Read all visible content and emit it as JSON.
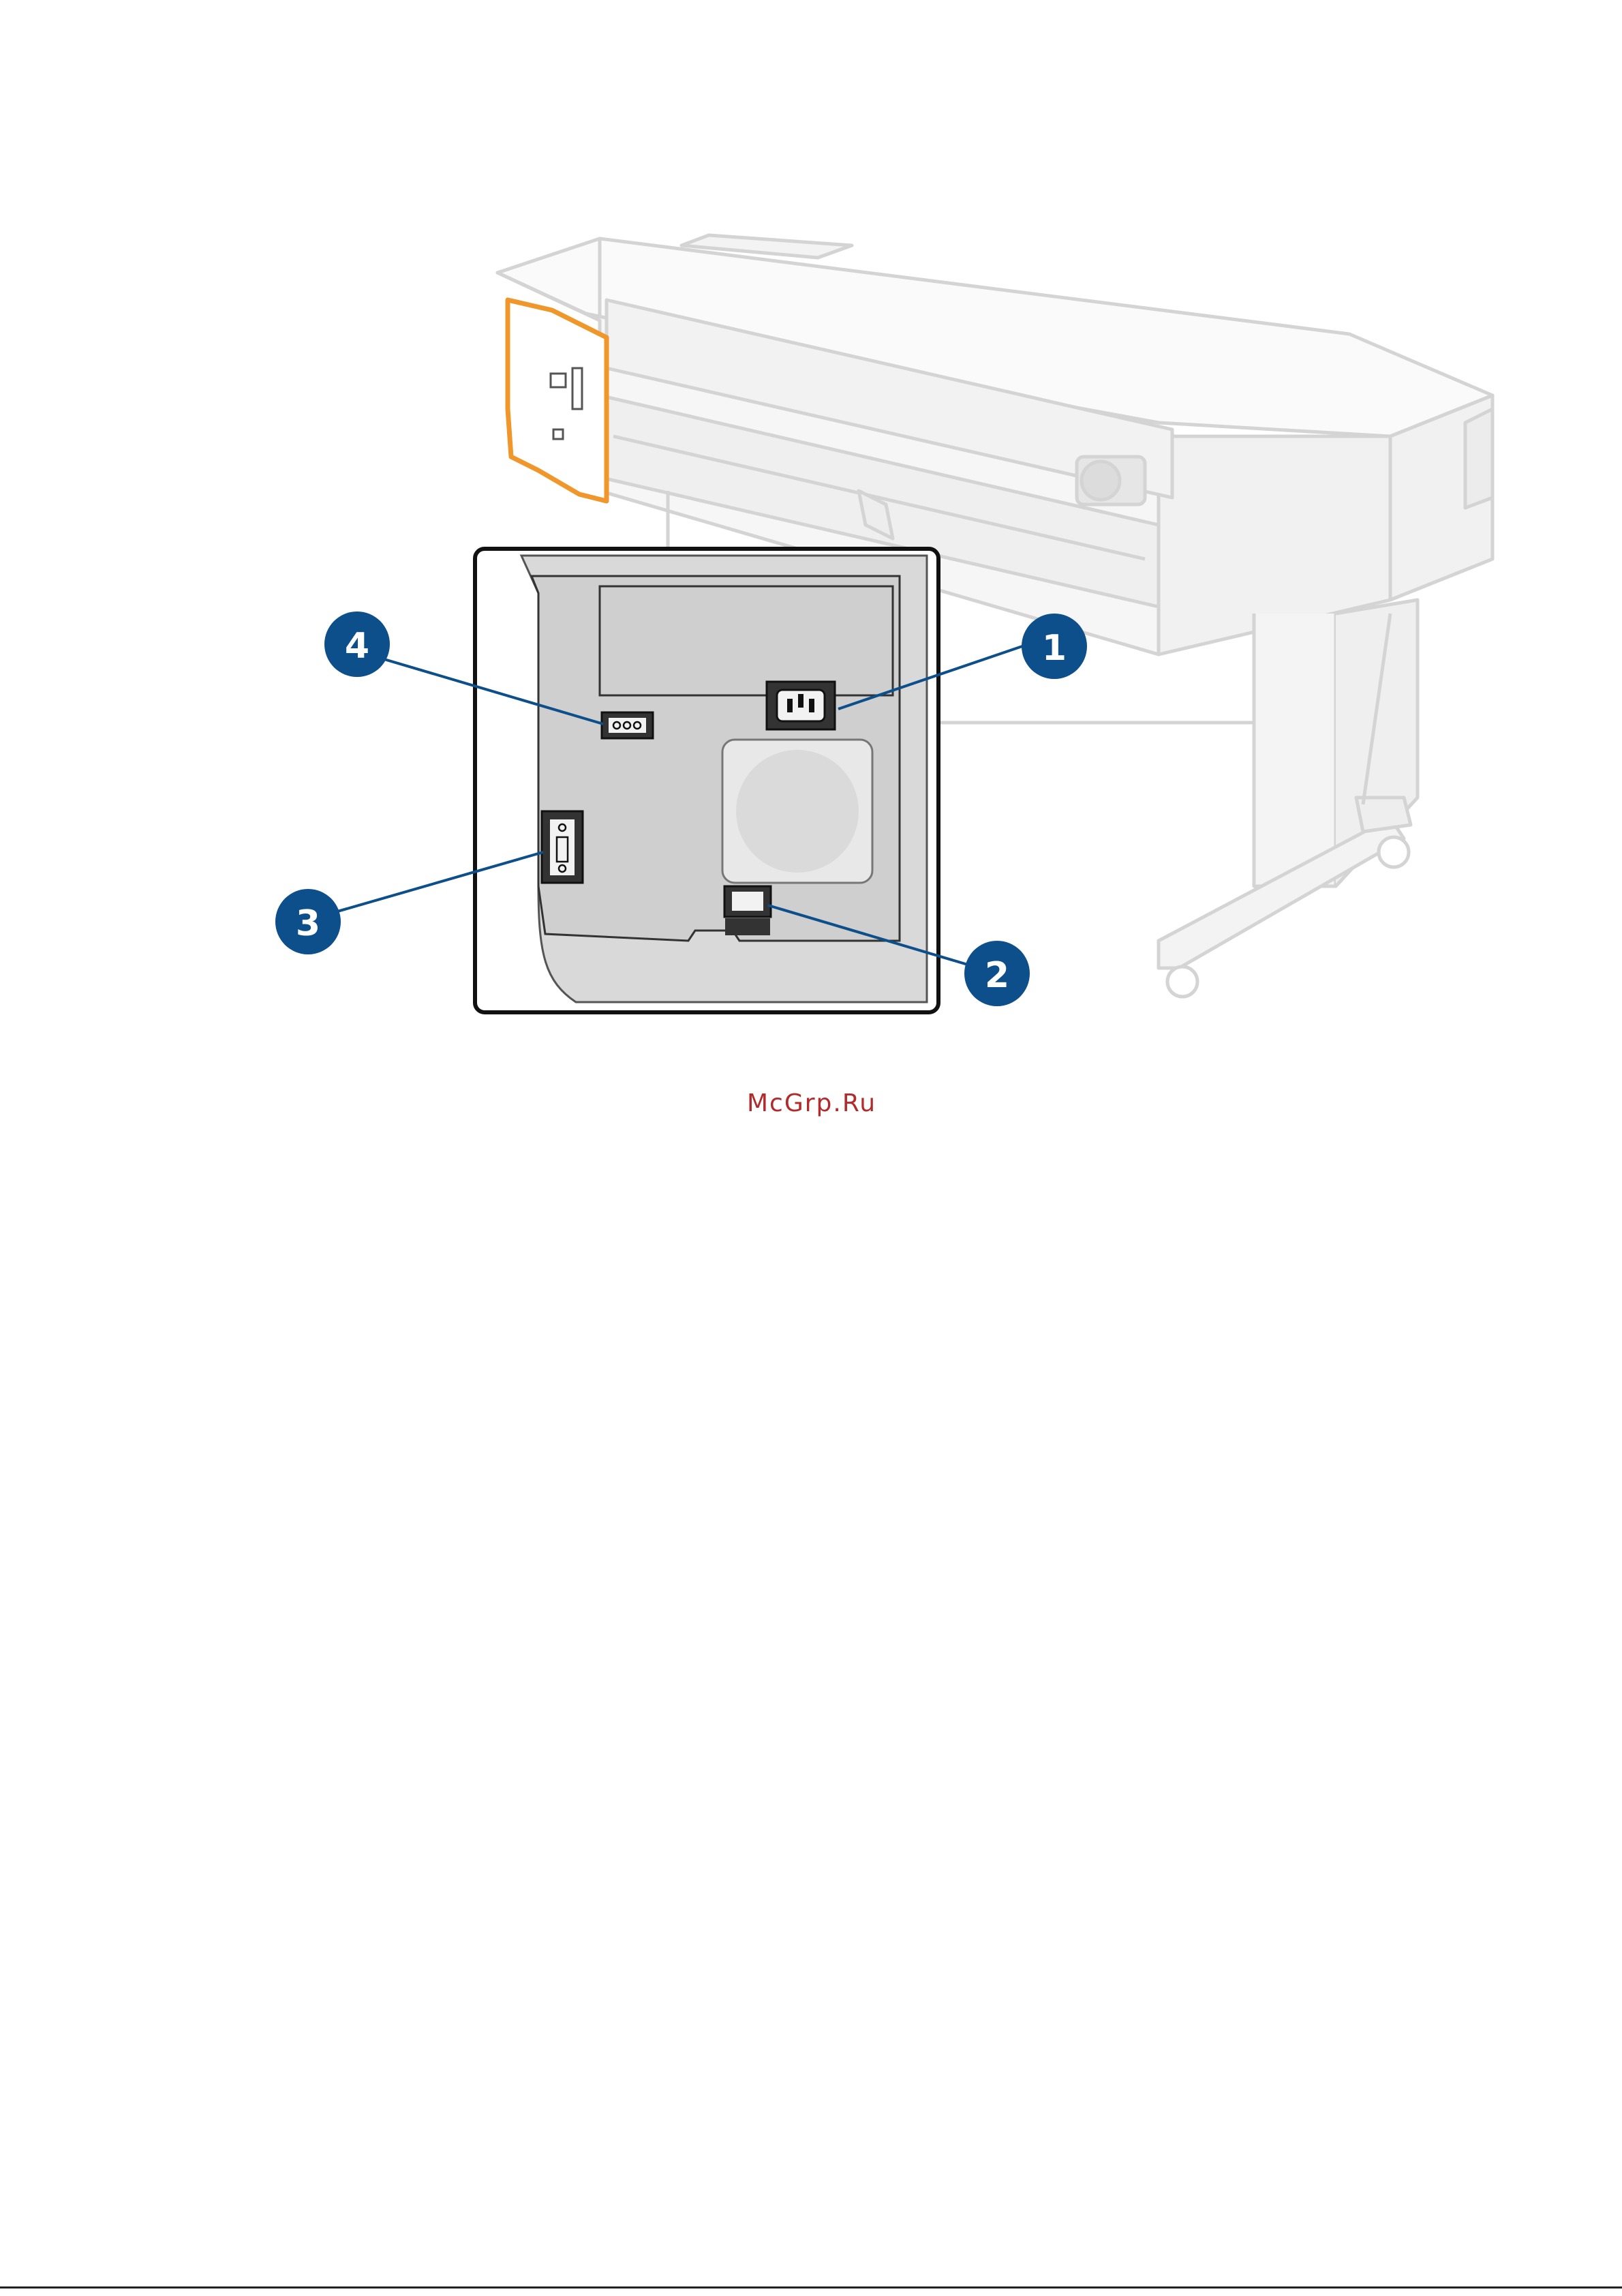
{
  "figure": {
    "callouts": [
      {
        "number": "1",
        "part": "power-socket"
      },
      {
        "number": "2",
        "part": "gigabit-ethernet-socket"
      },
      {
        "number": "3",
        "part": "hi-speed-usb-host-port"
      },
      {
        "number": "4",
        "part": "diagnostic-led-port"
      }
    ],
    "colors": {
      "callout_fill": "#0d4f8b",
      "highlight": "#f0962a",
      "printer_line": "#d4d4d4",
      "panel_fill": "#cfcfcf",
      "leader_line": "#0d4f8b"
    }
  },
  "watermark": {
    "text": "McGrp.Ru",
    "color": "#b32a2a"
  }
}
